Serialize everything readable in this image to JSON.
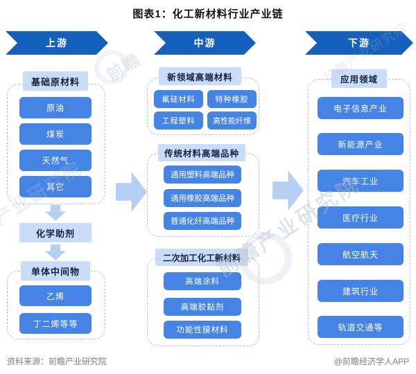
{
  "title": "图表1：化工新材料行业产业链",
  "banners": {
    "upstream": "上游",
    "midstream": "中游",
    "downstream": "下游"
  },
  "upstream": {
    "group1": {
      "header": "基础原材料",
      "items": [
        "原油",
        "煤炭",
        "天然气",
        "其它"
      ]
    },
    "chemical_additives": "化学助剂",
    "group2": {
      "header": "单体中间物",
      "items": [
        "乙烯",
        "丁二烯等等"
      ]
    }
  },
  "midstream": {
    "group1": {
      "header": "新领域高端材料",
      "items": [
        "氟硅材料",
        "特种橡胶",
        "工程塑料",
        "高性能纤维"
      ]
    },
    "group2": {
      "header": "传统材料高端品种",
      "items": [
        "通用塑料高端品种",
        "通用橡胶高端品种",
        "普通化纤高端品种"
      ]
    },
    "group3": {
      "header": "二次加工化工新材料",
      "items": [
        "高端涂料",
        "高端胶黏剂",
        "功能性膜材料"
      ]
    }
  },
  "downstream": {
    "group1": {
      "header": "应用领域",
      "items": [
        "电子信息产业",
        "新能源产业",
        "汽车工业",
        "医疗行业",
        "航空航天",
        "建筑行业",
        "轨道交通等"
      ]
    }
  },
  "footer": {
    "source": "资料来源：前瞻产业研究院",
    "credit": "@前瞻经济学人APP"
  },
  "watermark": {
    "brand": "前瞻产业研究院",
    "brand_short": "前瞻"
  },
  "colors": {
    "banner": "#1560bd",
    "item": "#4584e5",
    "header_bg": "#c9dcf8",
    "dashed": "#a6c3e6",
    "arrow": "#b5d0f3",
    "footer_text": "#7e7e7e"
  }
}
